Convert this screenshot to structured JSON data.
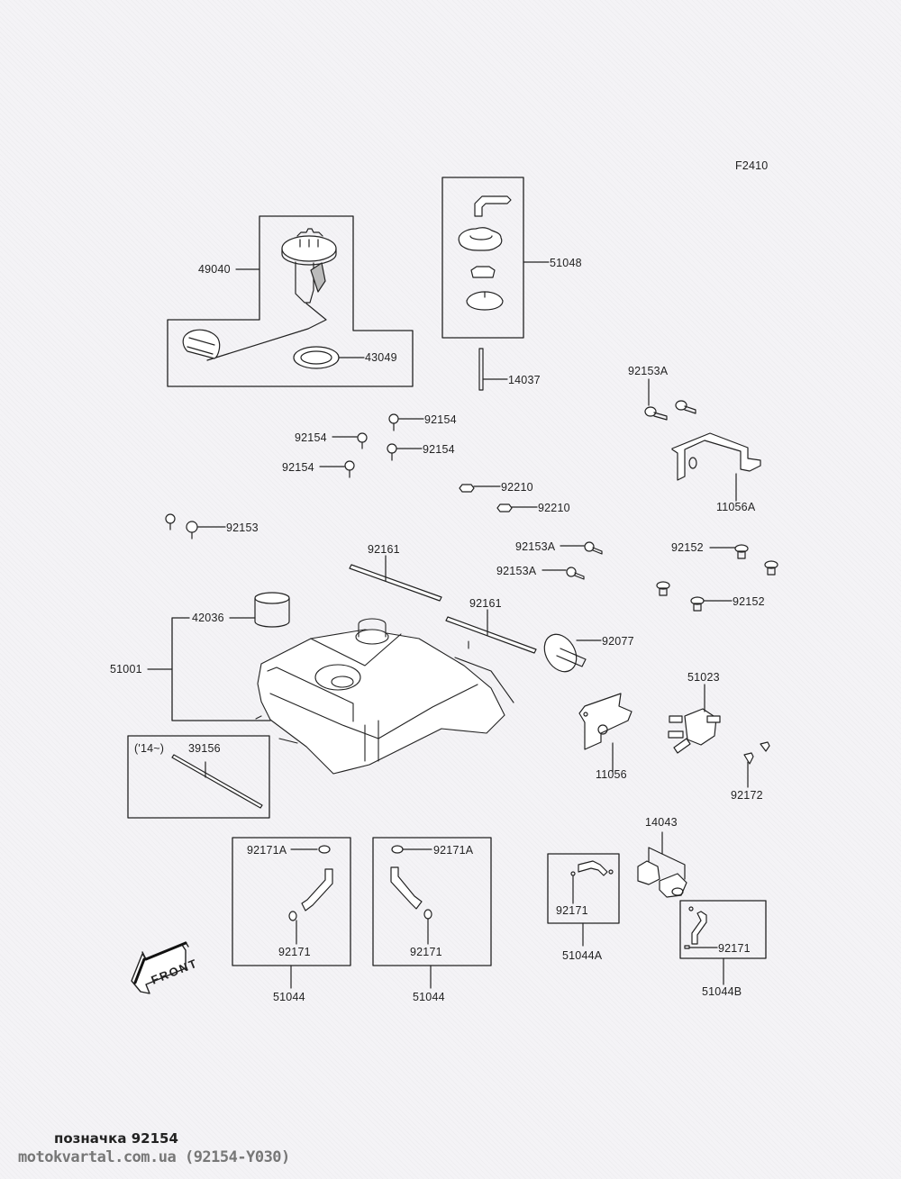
{
  "diagram": {
    "figure_code": "F2410",
    "parts": {
      "p49040": "49040",
      "p43049": "43049",
      "p51048": "51048",
      "p14037": "14037",
      "p92153A_top": "92153A",
      "p11056A": "11056A",
      "p92154_a": "92154",
      "p92154_b": "92154",
      "p92154_c": "92154",
      "p92154_d": "92154",
      "p92210_a": "92210",
      "p92210_b": "92210",
      "p92153": "92153",
      "p92153A_a": "92153A",
      "p92153A_b": "92153A",
      "p92152_a": "92152",
      "p92152_b": "92152",
      "p92161_a": "92161",
      "p92161_b": "92161",
      "p42036": "42036",
      "p51001": "51001",
      "p92077": "92077",
      "p51023": "51023",
      "p11056": "11056",
      "p92172": "92172",
      "p39156_note": "('14~)",
      "p39156": "39156",
      "p92171A_a": "92171A",
      "p92171_a": "92171",
      "p51044_a": "51044",
      "p92171A_b": "92171A",
      "p92171_b": "92171",
      "p51044_b": "51044",
      "p14043": "14043",
      "p92171_c": "92171",
      "p51044A": "51044A",
      "p92171_d": "92171",
      "p51044B": "51044B"
    },
    "front_arrow": "FRONT"
  },
  "footer": {
    "caption": "позначка 92154",
    "site": "motokvartal.com.ua (92154-Y030)"
  }
}
